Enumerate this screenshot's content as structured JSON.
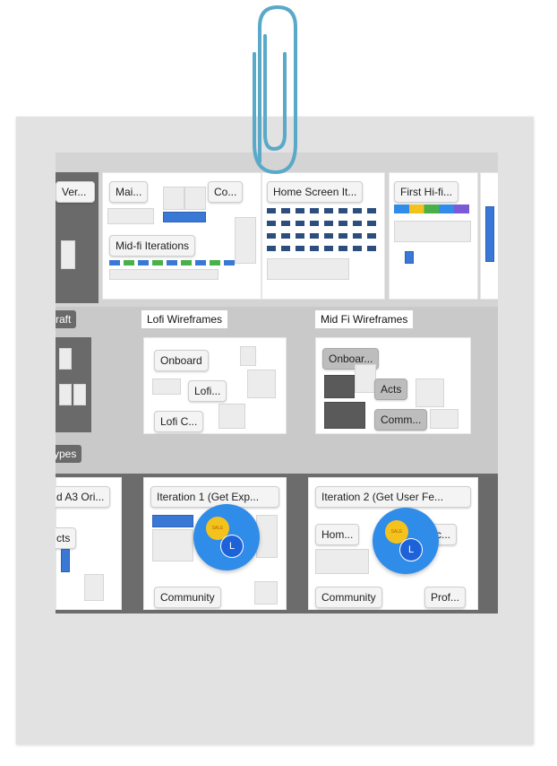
{
  "row1": {
    "ver_label": "Ver...",
    "mai_label": "Mai...",
    "co_label": "Co...",
    "midfi_label": "Mid-fi Iterations",
    "home_label": "Home Screen It...",
    "hifi_label": "First Hi-fi..."
  },
  "row2": {
    "draft_tag": "raft",
    "lofi_title": "Lofi Wireframes",
    "midfi_title": "Mid Fi Wireframes",
    "lofi_onboard": "Onboard",
    "lofi_lofi": "Lofi...",
    "lofi_c": "Lofi C...",
    "midfi_onboard": "Onboar...",
    "midfi_acts": "Acts",
    "midfi_comm": "Comm..."
  },
  "row3": {
    "types_tag": "ypes",
    "a3_label": "d A3 Ori...",
    "acts_label": "cts",
    "iter1_label": "Iteration 1 (Get Exp...",
    "iter2_label": "Iteration 2 (Get User Fe...",
    "hom_label": "Hom...",
    "cc_label": "cc...",
    "community1": "Community",
    "community2": "Community",
    "prof_label": "Prof..."
  },
  "avatar": {
    "initial": "L",
    "sticker_text": "SALE"
  },
  "colors": {
    "frame": "#e2e2e2",
    "avatar_blue": "#2f8ce8",
    "sticker_yellow": "#f4c21c",
    "dark_panel": "#6a6a6a",
    "accent_blue": "#3a78d6",
    "clip_blue": "#5aa9c8"
  }
}
